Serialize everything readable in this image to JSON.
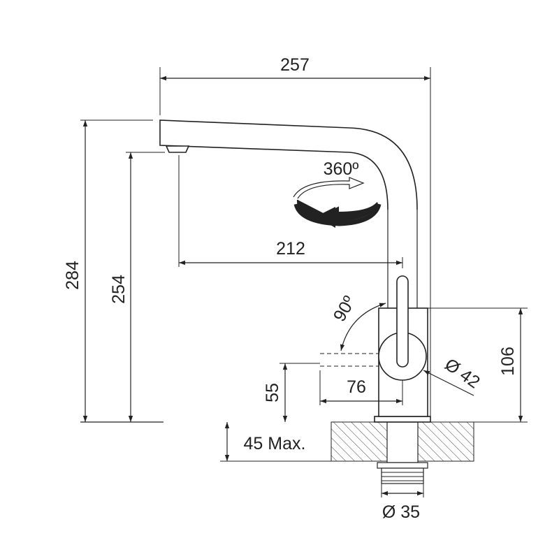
{
  "colors": {
    "ink": "#222222",
    "background": "#ffffff",
    "hatch": "#444444"
  },
  "dimensions": {
    "overall_width": "257",
    "overall_height": "284",
    "spout_height": "254",
    "spout_reach": "212",
    "handle_rotation": "90º",
    "spout_rotation": "360º",
    "handle_diameter": "Ø 42",
    "body_height": "106",
    "handle_height": "55",
    "handle_clearance": "76",
    "deck_thickness": "45 Max.",
    "mount_diameter": "Ø 35"
  }
}
